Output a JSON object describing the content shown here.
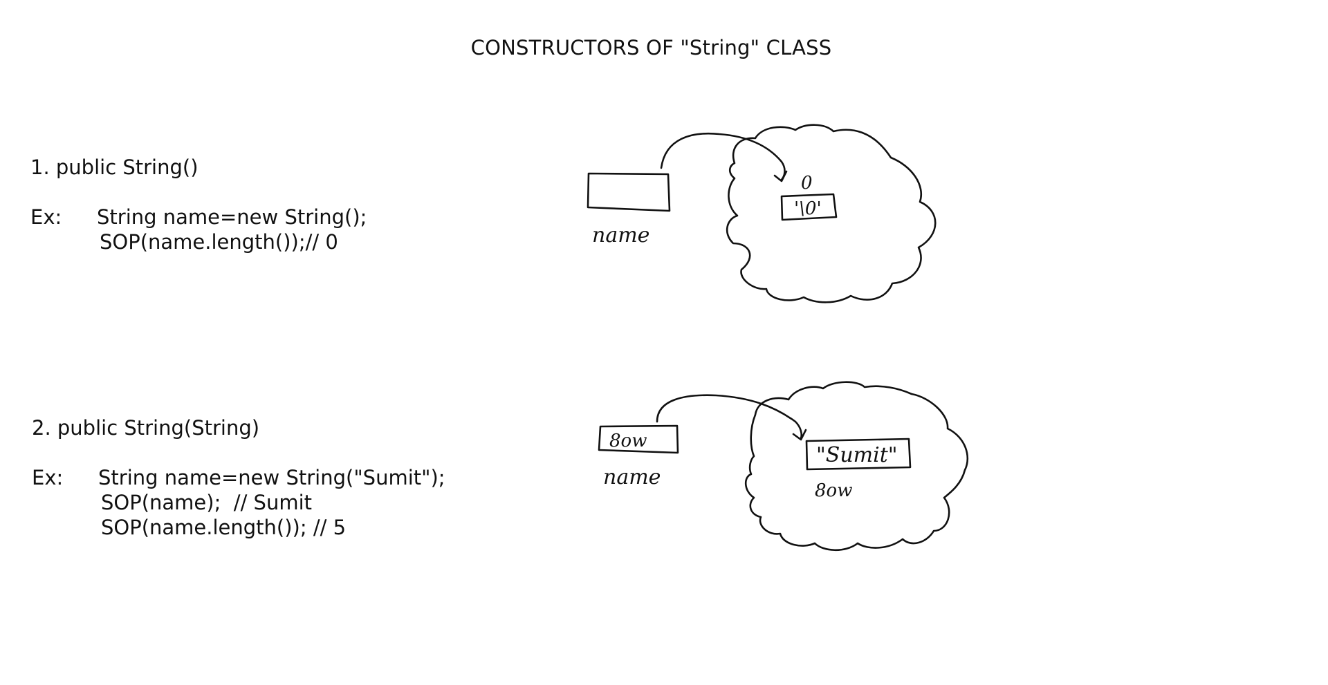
{
  "title": "CONSTRUCTORS OF \"String\" CLASS",
  "sections": [
    {
      "heading": "1. public String()",
      "example_label": "Ex:",
      "code": [
        "String name=new String();",
        "SOP(name.length());// 0"
      ],
      "diagram": {
        "variable_label": "name",
        "variable_value": "",
        "length_annotation": "0",
        "heap_value": "'\\0'"
      }
    },
    {
      "heading": "2. public String(String)",
      "example_label": "Ex:",
      "code": [
        "String name=new String(\"Sumit\");",
        "SOP(name);  // Sumit",
        "SOP(name.length()); // 5"
      ],
      "diagram": {
        "variable_label": "name",
        "variable_value": "8ow",
        "heap_value": "\"Sumit\"",
        "heap_address": "8ow"
      }
    }
  ]
}
